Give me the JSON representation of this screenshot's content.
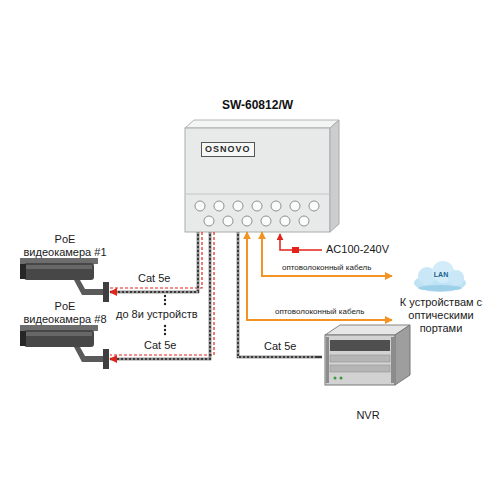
{
  "diagram": {
    "title": "SW-60812/W",
    "nodes": [
      {
        "text": [
          "OSNOVO"
        ]
      },
      {
        "text": [
          "PoE видеокамера #1"
        ]
      },
      {
        "text": [
          "PoE видеокамера #8"
        ]
      },
      {
        "text": [
          "LAN",
          "К устройствам с оптическими портами"
        ]
      },
      {
        "text": [
          "NVR"
        ]
      }
    ],
    "edges": [
      {
        "from": 0,
        "to": 1,
        "label": "Cat 5e",
        "arrow": "to"
      },
      {
        "from": 0,
        "to": 2,
        "label": "Cat 5e",
        "arrow": "to"
      },
      {
        "from": 0,
        "to": 3,
        "label": "оптоволоконный кабель",
        "arrow": "both"
      },
      {
        "from": 0,
        "to": 3,
        "label": "оптоволоконный кабель",
        "arrow": "both"
      },
      {
        "from": 0,
        "to": 4,
        "label": "Cat 5e",
        "arrow": "none"
      }
    ],
    "labels": [
      "до 8и устройств",
      "AC100-240V"
    ]
  }
}
